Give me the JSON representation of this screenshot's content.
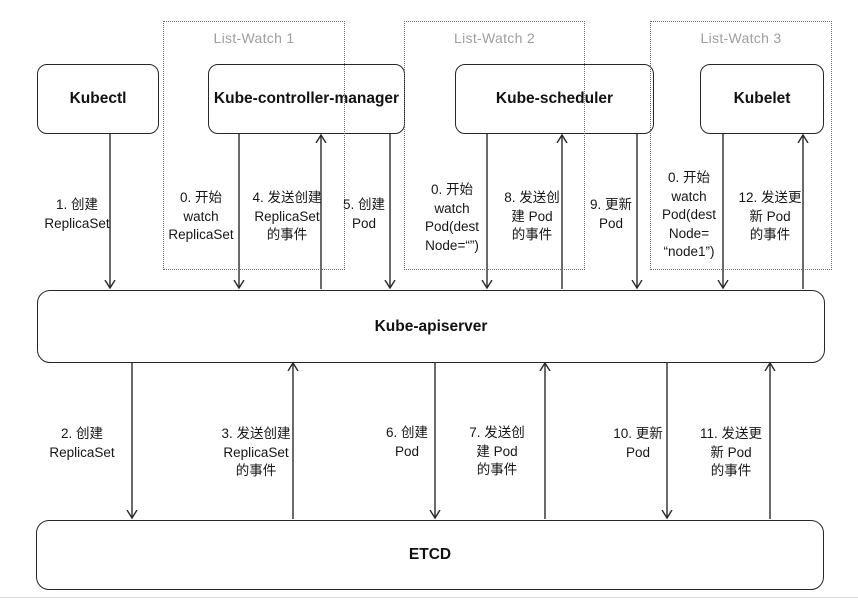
{
  "diagram_title": "Kubernetes List-Watch interaction diagram",
  "colors": {
    "background": "#ffffff",
    "line": "#2a2a2a",
    "box_border": "#262626",
    "label_text": "#161616",
    "group_title": "#9e9e9e",
    "dotted_border": "#6b6b6b",
    "bottom_rule": "#dcdcdc"
  },
  "groups": [
    {
      "title": "List-Watch 1"
    },
    {
      "title": "List-Watch 2"
    },
    {
      "title": "List-Watch 3"
    }
  ],
  "nodes": {
    "kubectl": "Kubectl",
    "controller_manager": "Kube-controller-manager",
    "scheduler": "Kube-scheduler",
    "kubelet": "Kubelet",
    "apiserver": "Kube-apiserver",
    "etcd": "ETCD"
  },
  "edges": {
    "create_replicaset": {
      "from": "Kubectl",
      "to": "Kube-apiserver",
      "direction": "down",
      "label": "1. 创建\nReplicaSet"
    },
    "watch_replicaset": {
      "from": "Kube-controller-manager",
      "to": "Kube-apiserver",
      "direction": "down",
      "label": "0. 开始\nwatch\nReplicaSet"
    },
    "send_create_replicaset_event": {
      "from": "Kube-apiserver",
      "to": "Kube-controller-manager",
      "direction": "up",
      "label": "4. 发送创建\nReplicaSet\n的事件"
    },
    "create_pod": {
      "from": "Kube-controller-manager",
      "to": "Kube-apiserver",
      "direction": "down",
      "label": "5. 创建\nPod"
    },
    "watch_pod_empty_node": {
      "from": "Kube-scheduler",
      "to": "Kube-apiserver",
      "direction": "down",
      "label": "0. 开始\nwatch\nPod(dest\nNode=“”)"
    },
    "send_create_pod_event": {
      "from": "Kube-apiserver",
      "to": "Kube-scheduler",
      "direction": "up",
      "label": "8. 发送创\n建 Pod\n的事件"
    },
    "update_pod": {
      "from": "Kube-scheduler",
      "to": "Kube-apiserver",
      "direction": "down",
      "label": "9. 更新\nPod"
    },
    "watch_pod_node1": {
      "from": "Kubelet",
      "to": "Kube-apiserver",
      "direction": "down",
      "label": "0. 开始\nwatch\nPod(dest\nNode=\n“node1”)"
    },
    "send_update_pod_event": {
      "from": "Kube-apiserver",
      "to": "Kubelet",
      "direction": "up",
      "label": "12. 发送更\n新 Pod\n的事件"
    },
    "etcd_create_replicaset": {
      "from": "Kube-apiserver",
      "to": "ETCD",
      "direction": "down",
      "label": "2. 创建\nReplicaSet"
    },
    "etcd_send_create_replicaset_event": {
      "from": "ETCD",
      "to": "Kube-apiserver",
      "direction": "up",
      "label": "3. 发送创建\nReplicaSet\n的事件"
    },
    "etcd_create_pod": {
      "from": "Kube-apiserver",
      "to": "ETCD",
      "direction": "down",
      "label": "6. 创建\nPod"
    },
    "etcd_send_create_pod_event": {
      "from": "ETCD",
      "to": "Kube-apiserver",
      "direction": "up",
      "label": "7. 发送创\n建 Pod\n的事件"
    },
    "etcd_update_pod": {
      "from": "Kube-apiserver",
      "to": "ETCD",
      "direction": "down",
      "label": "10. 更新\nPod"
    },
    "etcd_send_update_pod_event": {
      "from": "ETCD",
      "to": "Kube-apiserver",
      "direction": "up",
      "label": "11. 发送更\n新 Pod\n的事件"
    }
  }
}
